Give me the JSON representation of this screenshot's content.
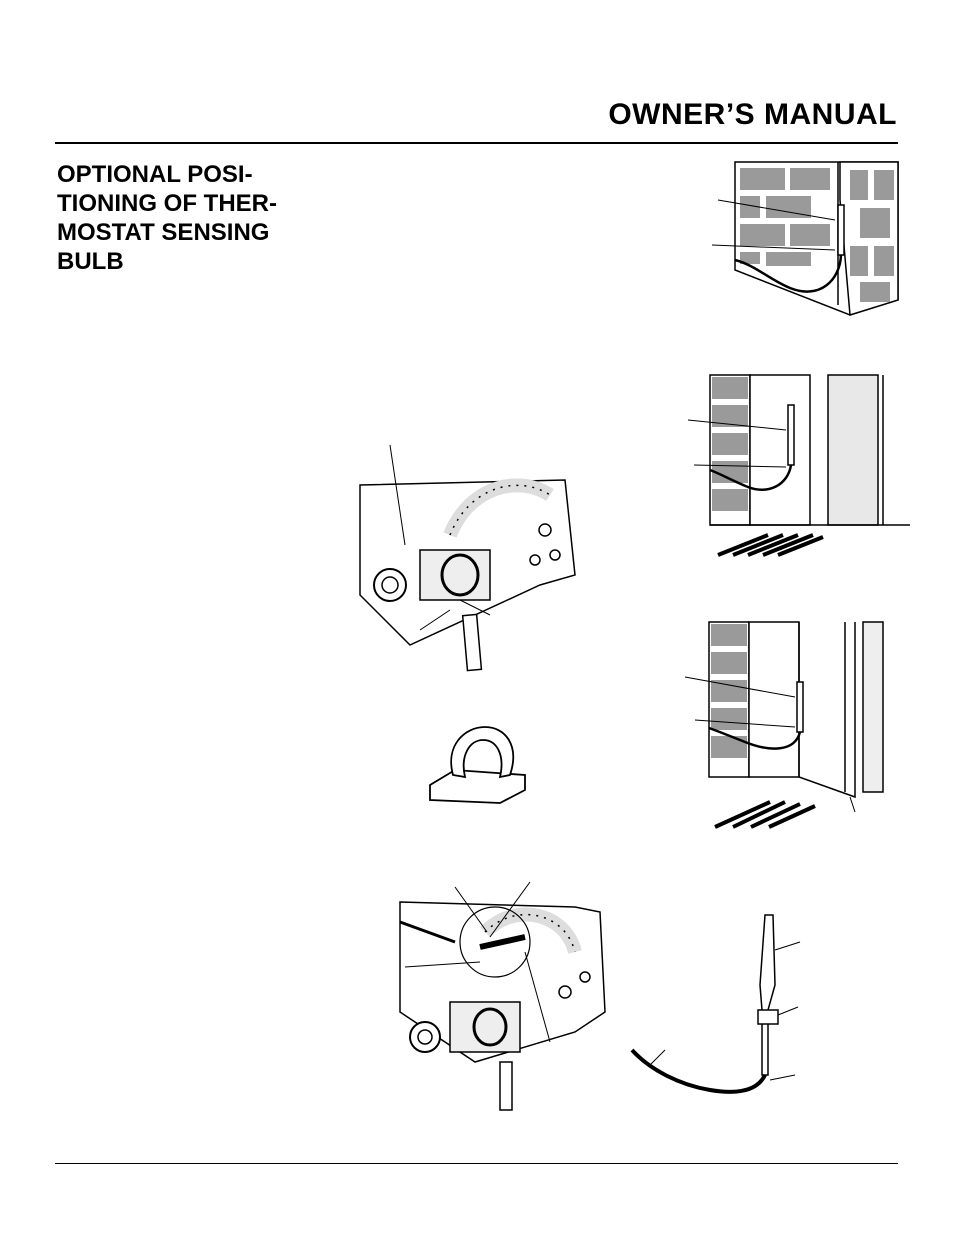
{
  "header": {
    "title": "OWNER’S MANUAL"
  },
  "section": {
    "heading_lines": [
      "OPTIONAL POSI-",
      "TIONING OF THER-",
      "MOSTAT SENSING",
      "BULB"
    ]
  },
  "figures": [
    {
      "id": "bulb-on-brick-corner",
      "icon": "thermostat-bulb-corner-illustration"
    },
    {
      "id": "bulb-on-brick-wall",
      "icon": "thermostat-bulb-wall-illustration"
    },
    {
      "id": "bulb-behind-glass-door",
      "icon": "thermostat-bulb-glass-door-illustration"
    },
    {
      "id": "control-valve-front",
      "icon": "gas-control-valve-illustration"
    },
    {
      "id": "bulb-clip",
      "icon": "bulb-clip-illustration"
    },
    {
      "id": "control-valve-bracket",
      "icon": "valve-bracket-illustration"
    },
    {
      "id": "sensing-bulb-detail",
      "icon": "sensing-bulb-capillary-illustration"
    }
  ]
}
